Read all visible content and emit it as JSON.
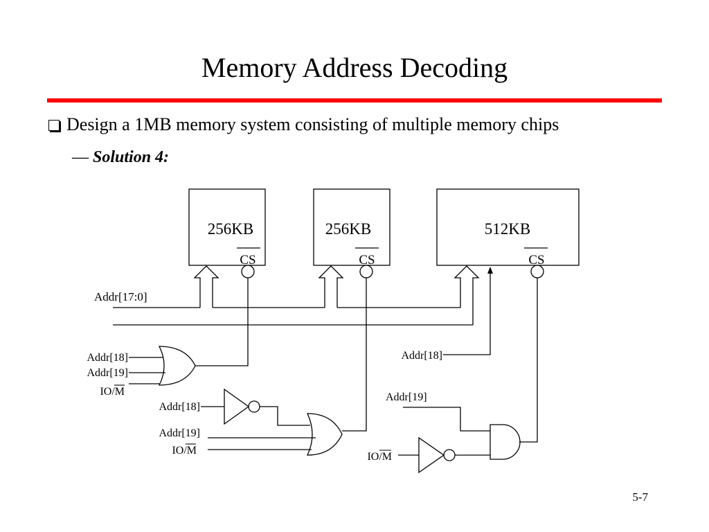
{
  "title": "Memory Address Decoding",
  "bullet": {
    "icon": "checkbox-icon",
    "text": "Design a 1MB memory system consisting of multiple memory chips"
  },
  "sub": {
    "dash": "—",
    "label": "Solution 4:"
  },
  "chips": [
    {
      "size": "256KB",
      "cs": "CS"
    },
    {
      "size": "256KB",
      "cs": "CS"
    },
    {
      "size": "512KB",
      "cs": "CS"
    }
  ],
  "signals": {
    "addr_bus": "Addr[17:0]",
    "gate1": {
      "in1": "Addr[18]",
      "in2": "Addr[19]",
      "in3": "IO/M"
    },
    "gate2": {
      "not_in": "Addr[18]",
      "in2": "Addr[19]",
      "in3": "IO/M"
    },
    "chip3_addr": "Addr[18]",
    "gate3": {
      "in1": "Addr[19]",
      "not_in": "IO/M"
    }
  },
  "page_number": "5-7"
}
